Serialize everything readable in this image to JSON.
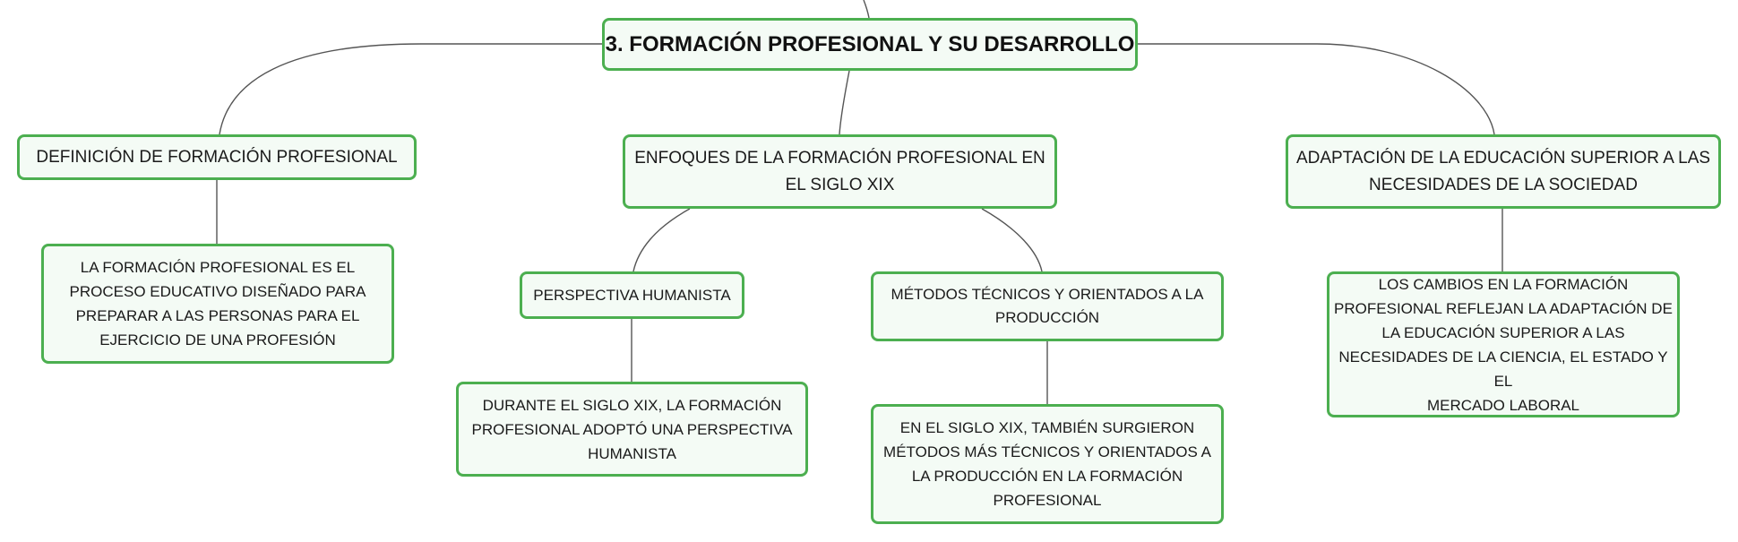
{
  "mindmap": {
    "root": {
      "label": "3. FORMACIÓN PROFESIONAL Y SU DESARROLLO"
    },
    "branches": [
      {
        "label": "DEFINICIÓN DE FORMACIÓN PROFESIONAL",
        "detail": "LA FORMACIÓN PROFESIONAL ES EL\nPROCESO EDUCATIVO DISEÑADO PARA\nPREPARAR A LAS PERSONAS PARA EL\nEJERCICIO DE UNA PROFESIÓN"
      },
      {
        "label": "ENFOQUES DE LA FORMACIÓN PROFESIONAL EN\nEL SIGLO XIX",
        "subtopics": [
          {
            "label": "PERSPECTIVA HUMANISTA",
            "detail": "DURANTE EL SIGLO XIX, LA FORMACIÓN\nPROFESIONAL ADOPTÓ UNA PERSPECTIVA\nHUMANISTA"
          },
          {
            "label": "MÉTODOS TÉCNICOS Y ORIENTADOS A LA\nPRODUCCIÓN",
            "detail": "EN EL SIGLO XIX, TAMBIÉN SURGIERON\nMÉTODOS MÁS TÉCNICOS Y ORIENTADOS A\nLA PRODUCCIÓN EN LA FORMACIÓN\nPROFESIONAL"
          }
        ]
      },
      {
        "label": "ADAPTACIÓN DE LA EDUCACIÓN SUPERIOR A LAS\nNECESIDADES DE LA SOCIEDAD",
        "detail": "LOS CAMBIOS EN LA FORMACIÓN\nPROFESIONAL REFLEJAN LA ADAPTACIÓN DE\nLA EDUCACIÓN SUPERIOR A LAS\nNECESIDADES DE LA CIENCIA, EL ESTADO Y EL\nMERCADO LABORAL"
      }
    ]
  },
  "colors": {
    "node_border": "#4caf50",
    "node_fill": "#f4fbf5",
    "connector": "#555555",
    "text": "#1a1a1a"
  }
}
